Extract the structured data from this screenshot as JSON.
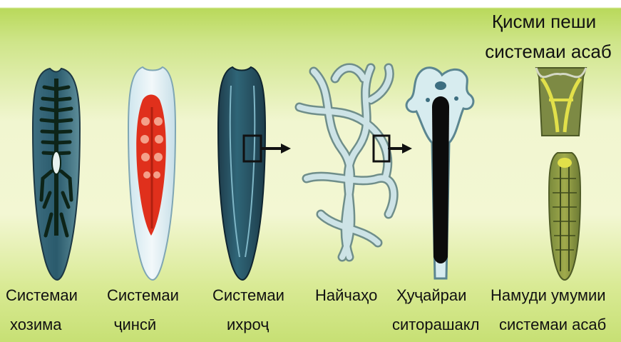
{
  "header_lines": [
    "Қисми пеши",
    "системаи асаб"
  ],
  "captions": {
    "digestive": [
      "Системаи",
      "хозима"
    ],
    "reproductive": [
      "Системаи",
      "ҷинсӣ"
    ],
    "excretory": [
      "Системаи",
      "ихроҷ"
    ],
    "tubules": [
      "Найчаҳо"
    ],
    "flame_cell": [
      "Ҳуҷайраи",
      "ситорашакл"
    ],
    "nervous": [
      "Намуди умумии",
      "системаи асаб"
    ]
  },
  "colors": {
    "background": "#cfe58a",
    "worm_body": "#2f5a6a",
    "gut": "#0f2a1c",
    "reproductive_red": "#e0301c",
    "tubule": "#c8e2e8",
    "nerve": "#6a7a3a"
  }
}
